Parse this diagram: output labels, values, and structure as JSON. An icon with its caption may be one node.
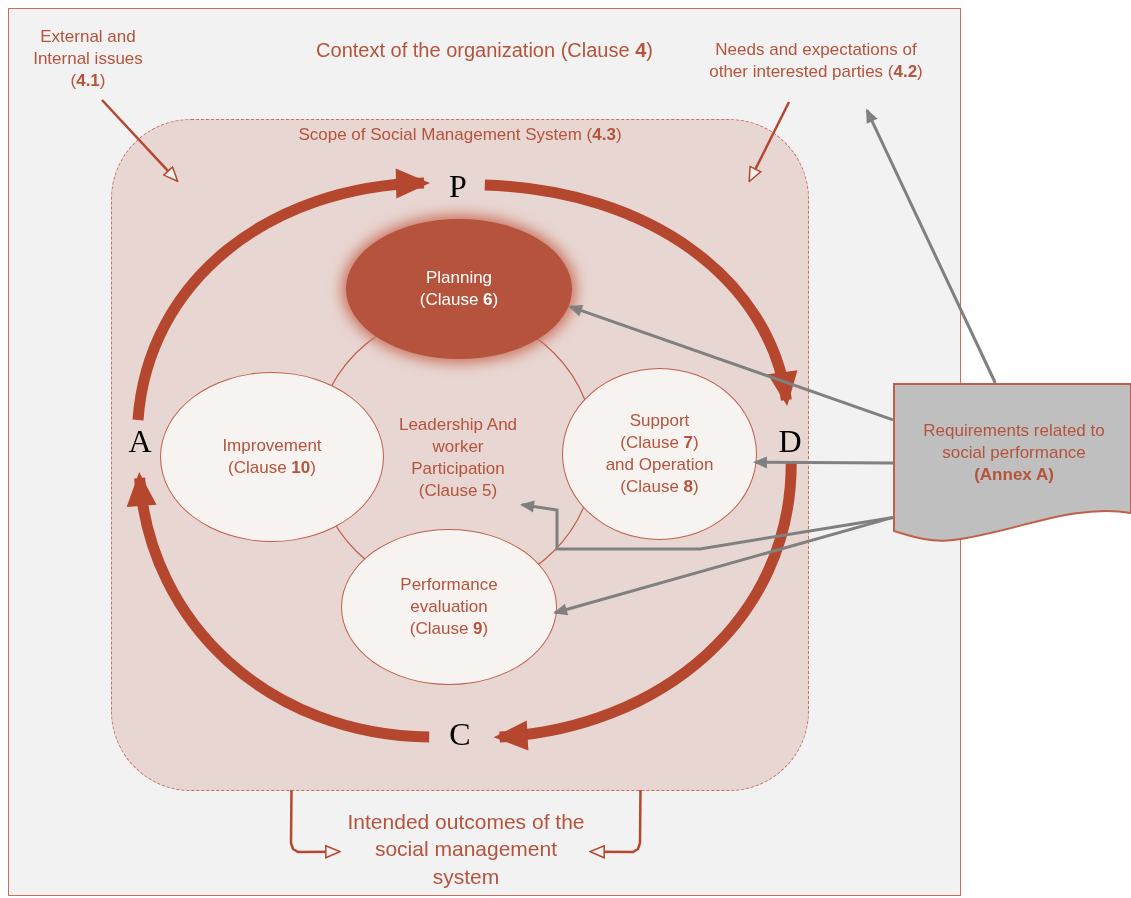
{
  "diagram": {
    "nodes": [
      {
        "text": [
          "Context of the organization (Clause **4**)"
        ]
      },
      {
        "text": [
          "External and Internal issues (**4.1**)"
        ],
        "in": 0
      },
      {
        "text": [
          "Needs and expectations of other interested parties (**4.2**)"
        ],
        "in": 0
      },
      {
        "text": [
          "Scope of Social Management System (**4.3**)"
        ],
        "in": 0
      },
      {
        "text": [
          "P"
        ],
        "in": 3
      },
      {
        "text": [
          "D"
        ],
        "in": 3
      },
      {
        "text": [
          "C"
        ],
        "in": 3
      },
      {
        "text": [
          "A"
        ],
        "in": 3
      },
      {
        "text": [
          "Planning (Clause **6**)"
        ],
        "in": 3
      },
      {
        "text": [
          "Improvement (Clause **10**)"
        ],
        "in": 3
      },
      {
        "text": [
          "Leadership And worker Participation (Clause 5)"
        ],
        "in": 3
      },
      {
        "text": [
          "Support (Clause **7**) and Operation (Clause **8**)"
        ],
        "in": 3
      },
      {
        "text": [
          "Performance evaluation (Clause **9**)"
        ],
        "in": 3
      },
      {
        "text": [
          "Requirements related to social performance **(Annex A)**"
        ]
      },
      {
        "text": [
          "Intended outcomes of the social management system"
        ],
        "in": 0
      }
    ],
    "edges": [
      {
        "from": 1,
        "to": 3,
        "arrow": "to"
      },
      {
        "from": 2,
        "to": 3,
        "arrow": "to"
      },
      {
        "from": 7,
        "to": 4,
        "arrow": "to",
        "style": "thick"
      },
      {
        "from": 4,
        "to": 5,
        "arrow": "to",
        "style": "thick"
      },
      {
        "from": 5,
        "to": 6,
        "arrow": "to",
        "style": "thick"
      },
      {
        "from": 6,
        "to": 7,
        "arrow": "to",
        "style": "thick"
      },
      {
        "from": 13,
        "to": 2,
        "arrow": "to",
        "color": "#808080"
      },
      {
        "from": 13,
        "to": 8,
        "arrow": "to",
        "color": "#808080"
      },
      {
        "from": 13,
        "to": 11,
        "arrow": "to",
        "color": "#808080"
      },
      {
        "from": 13,
        "to": 10,
        "arrow": "to",
        "color": "#808080"
      },
      {
        "from": 13,
        "to": 12,
        "arrow": "to",
        "color": "#808080"
      },
      {
        "from": 3,
        "to": 14,
        "arrow": "to"
      },
      {
        "from": 3,
        "to": 14,
        "arrow": "to"
      }
    ]
  }
}
